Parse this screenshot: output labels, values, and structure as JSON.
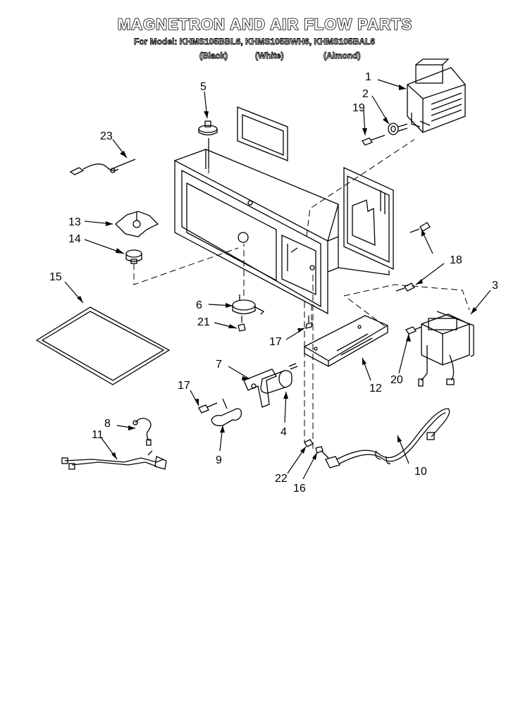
{
  "header": {
    "title": "MAGNETRON AND AIR FLOW PARTS",
    "model_line": "For Model: KHMS105BBL6, KHMS105BWH6, KHMS105BAL6",
    "colors": [
      "(Black)",
      "(White)",
      "(Almond)"
    ]
  },
  "callouts": {
    "p1": "1",
    "p2": "2",
    "p3": "3",
    "p4": "4",
    "p5": "5",
    "p6": "6",
    "p7": "7",
    "p8": "8",
    "p9": "9",
    "p10": "10",
    "p11": "11",
    "p12": "12",
    "p13": "13",
    "p14": "14",
    "p15": "15",
    "p16": "16",
    "p17a": "17",
    "p17b": "17",
    "p18": "18",
    "p19": "19",
    "p20": "20",
    "p21": "21",
    "p22": "22",
    "p23": "23"
  }
}
